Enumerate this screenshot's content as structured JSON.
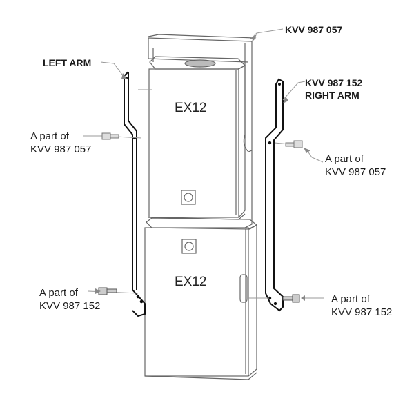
{
  "labels": {
    "frame_part_number": "KVV 987 057",
    "right_arm_part_number": "KVV 987 152",
    "right_arm": "RIGHT ARM",
    "left_arm": "LEFT ARM",
    "upper_left_callout": {
      "line1": "A part of",
      "line2": "KVV 987 057"
    },
    "upper_right_callout": {
      "line1": "A part of",
      "line2": "KVV 987 057"
    },
    "lower_left_callout": {
      "line1": "A part of",
      "line2": "KVV 987 152"
    },
    "lower_right_callout": {
      "line1": "A part of",
      "line2": "KVV 987 152"
    }
  },
  "speakers": {
    "top_model": "EX12",
    "bottom_model": "EX12"
  },
  "colors": {
    "outline": "#555555",
    "arm": "#111111",
    "leader": "#999999"
  }
}
